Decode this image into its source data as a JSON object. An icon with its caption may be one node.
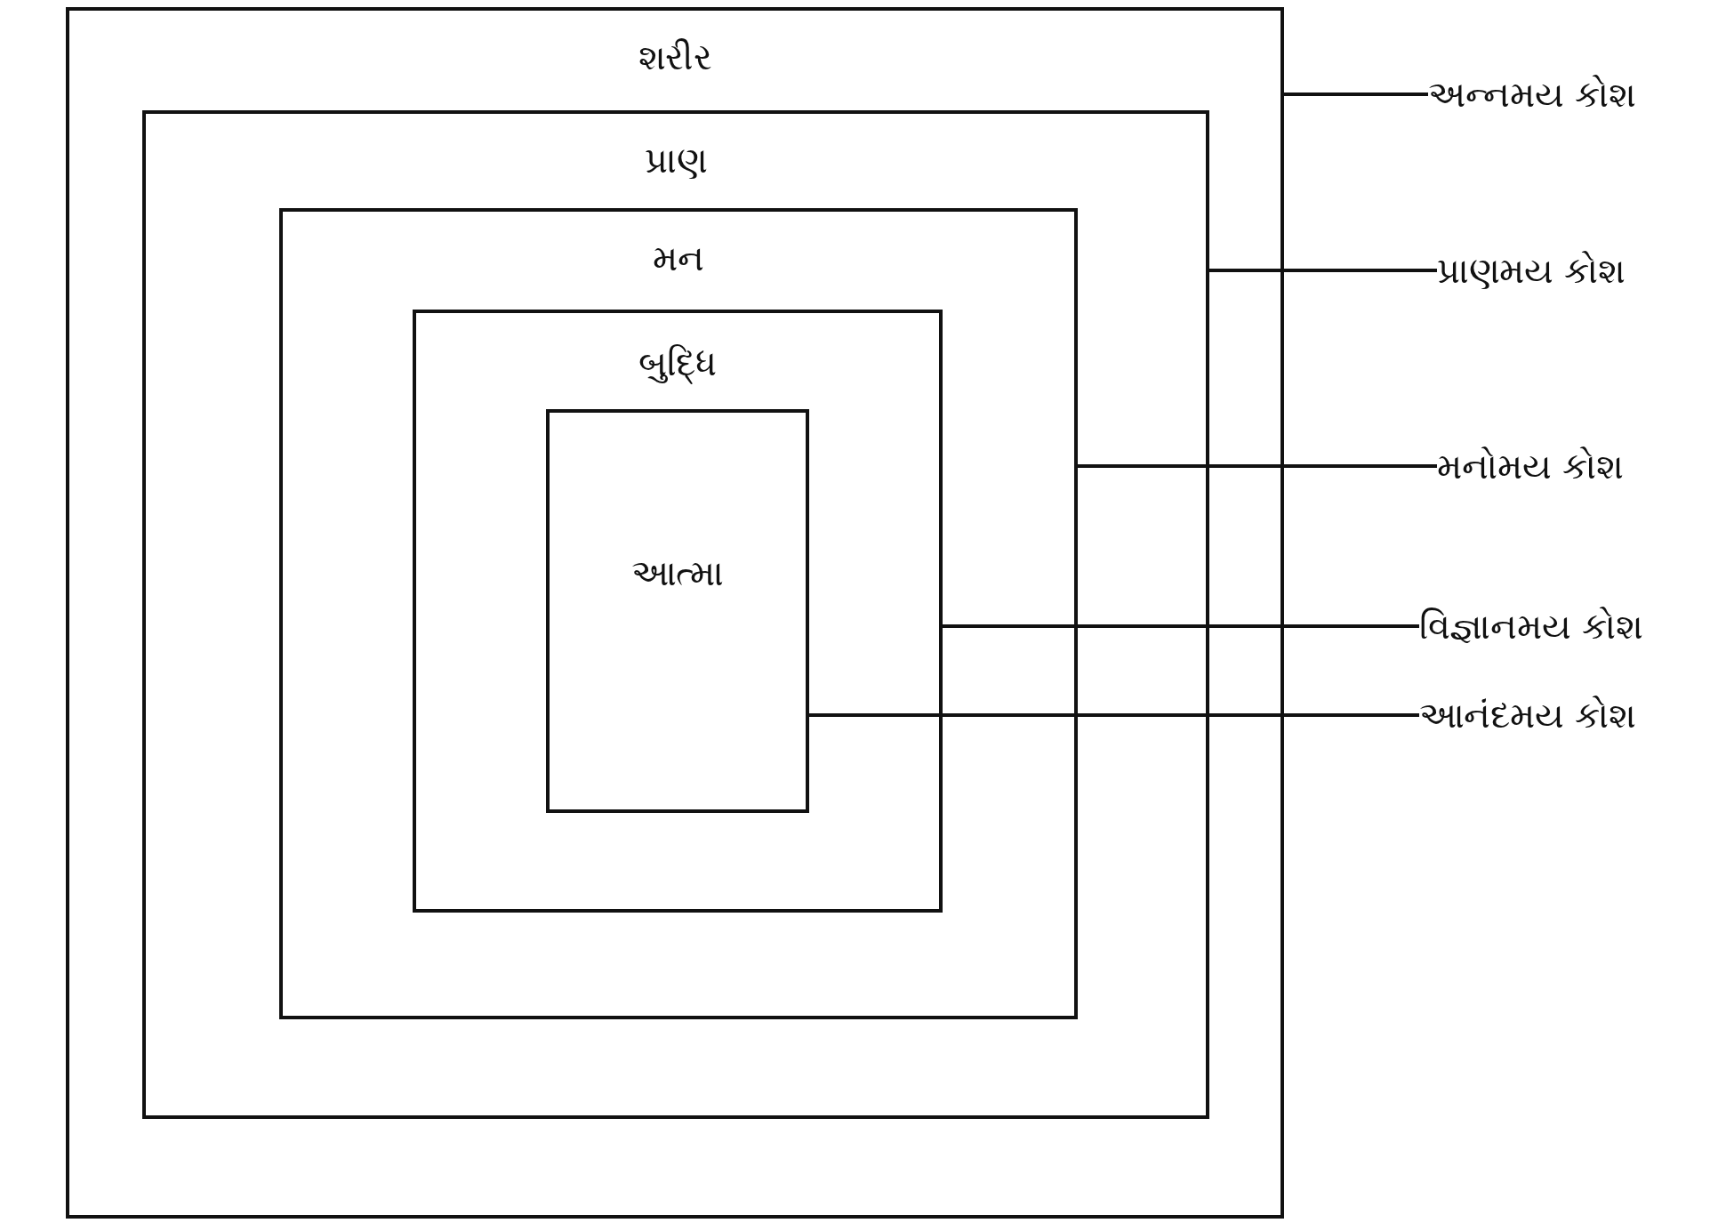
{
  "diagram": {
    "nodes": [
      {
        "text": [
          "શરીર"
        ]
      },
      {
        "text": [
          "પ્રાણ"
        ],
        "in": 0
      },
      {
        "text": [
          "મન"
        ],
        "in": 1
      },
      {
        "text": [
          "બુદ્ધિ"
        ],
        "in": 2
      },
      {
        "text": [
          "આત્મા"
        ],
        "in": 3
      },
      {
        "text": [
          "અન્નમય કોશ"
        ]
      },
      {
        "text": [
          "પ્રાણમય કોશ"
        ]
      },
      {
        "text": [
          "મનોમય કોશ"
        ]
      },
      {
        "text": [
          "વિજ્ઞાનમય કોશ"
        ]
      },
      {
        "text": [
          "આનંદમય કોશ"
        ]
      }
    ],
    "edges": [
      {
        "from": 0,
        "to": 5,
        "arrow": "none"
      },
      {
        "from": 1,
        "to": 6,
        "arrow": "none"
      },
      {
        "from": 2,
        "to": 7,
        "arrow": "none"
      },
      {
        "from": 3,
        "to": 8,
        "arrow": "none"
      },
      {
        "from": 4,
        "to": 9,
        "arrow": "none"
      }
    ]
  }
}
